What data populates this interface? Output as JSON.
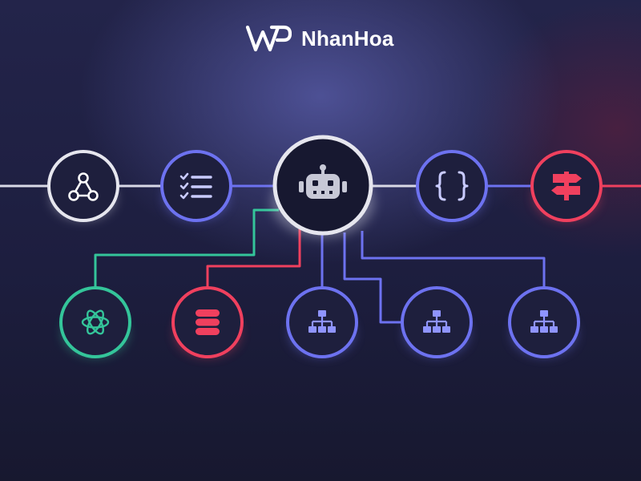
{
  "brand": {
    "name": "NhanHoa",
    "logo_icon": "nhanhoa-logo-icon"
  },
  "colors": {
    "white": "#e6e6ee",
    "blue": "#6d72f0",
    "red": "#f0405e",
    "green": "#34c59a",
    "node_fill": "#1e1f3d",
    "robot_fill": "#171830"
  },
  "diagram": {
    "top_row": [
      {
        "id": "webhook",
        "icon": "webhook-icon",
        "ring": "white"
      },
      {
        "id": "task-list",
        "icon": "checklist-icon",
        "ring": "blue"
      },
      {
        "id": "ai-agent",
        "icon": "robot-icon",
        "ring": "white"
      },
      {
        "id": "code",
        "icon": "curly-braces-icon",
        "ring": "blue"
      },
      {
        "id": "router",
        "icon": "signpost-icon",
        "ring": "red"
      }
    ],
    "bottom_row": [
      {
        "id": "openai",
        "icon": "openai-icon",
        "ring": "green"
      },
      {
        "id": "database",
        "icon": "database-icon",
        "ring": "red"
      },
      {
        "id": "network-1",
        "icon": "network-icon",
        "ring": "blue"
      },
      {
        "id": "network-2",
        "icon": "network-icon",
        "ring": "blue"
      },
      {
        "id": "network-3",
        "icon": "network-icon",
        "ring": "blue"
      }
    ]
  }
}
